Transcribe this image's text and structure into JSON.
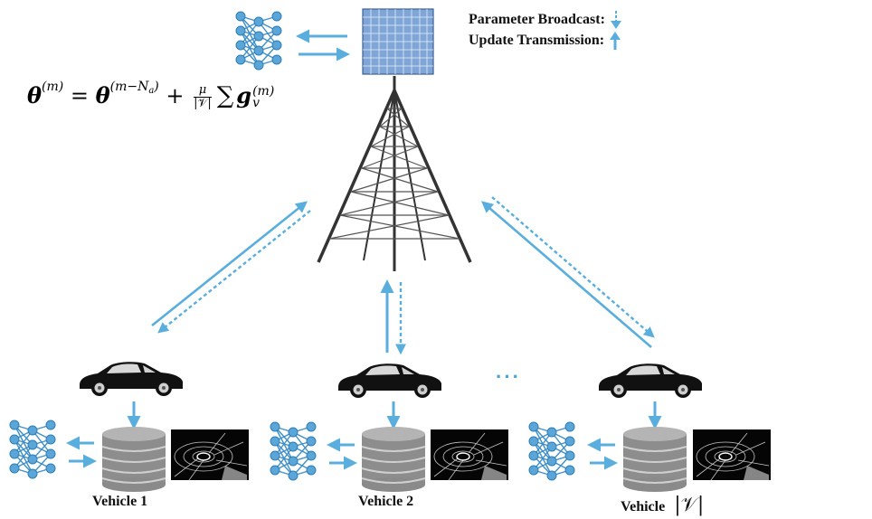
{
  "legend": {
    "broadcast_label": "Parameter Broadcast:",
    "update_label": "Update Transmission:"
  },
  "formula": {
    "text": "θ(m) = θ(m−Na) + μ/|𝒱| Σ gv(m)",
    "theta": "θ",
    "sup_m": "(m)",
    "sup_m_minus": "(m−N",
    "sup_a": "a",
    "sup_close": ")",
    "frac_num": "μ",
    "frac_den": "|𝒱|",
    "g": "g",
    "sub_v": "v",
    "equals": " = ",
    "plus": " + ",
    "sum": "∑"
  },
  "vehicles": [
    {
      "label": "Vehicle 1"
    },
    {
      "label": "Vehicle 2"
    },
    {
      "label": "Vehicle",
      "math": "|𝒱|"
    }
  ],
  "ellipsis": "···",
  "colors": {
    "arrow": "#5aaede",
    "node": "#3f8fc8",
    "node_fill": "#5aa6d8",
    "tower": "#333333",
    "car": "#111111",
    "disk": "#9a9a9a"
  }
}
